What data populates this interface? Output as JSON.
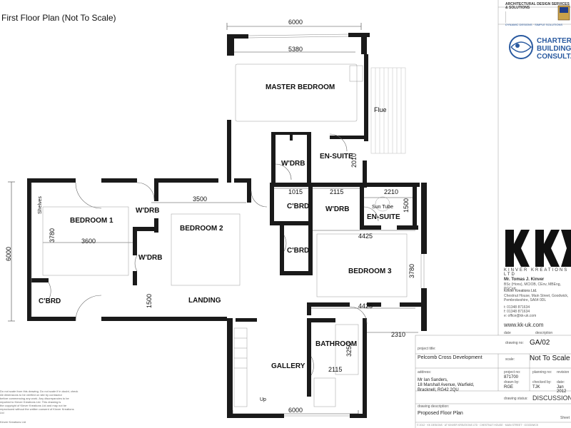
{
  "title": "First Floor Plan (Not To Scale)",
  "rooms": {
    "master_bedroom": "MASTER BEDROOM",
    "en_suite_1": "EN-SUITE",
    "wdrb_master": "W'DRB",
    "bedroom1": "BEDROOM 1",
    "wdrb_b1": "W'DRB",
    "bedroom2": "BEDROOM 2",
    "wdrb_b2": "W'DRB",
    "cbrd_1": "C'BRD",
    "wdrb_2": "W'DRB",
    "en_suite_2": "EN-SUITE",
    "cbrd_2": "C'BRD",
    "bedroom3": "BEDROOM 3",
    "cbrd_left": "C'BRD",
    "landing": "LANDING",
    "gallery": "GALLERY",
    "bathroom": "BATHROOM"
  },
  "labels": {
    "flue": "Flue",
    "shelves": "Shelves",
    "sun_tube": "Sun Tube",
    "up": "Up"
  },
  "dimensions": {
    "top_width": "6000",
    "master_inner": "5380",
    "ensuite_h": "2010",
    "b1_h": "3780",
    "b1_w": "3600",
    "left_h": "6000",
    "b2_w": "3500",
    "landing_h": "1500",
    "d1015": "1015",
    "d2115a": "2115",
    "d2210": "2210",
    "d1500": "1500",
    "d4425a": "4425",
    "b3_h": "3780",
    "d4425b": "4425",
    "d2310": "2310",
    "bath_h": "3250",
    "d2115b": "2115",
    "bottom_width": "6000"
  },
  "title_block": {
    "company_heading": "ARCHITECTURAL DESIGN SERVICES & SOLUTIONS",
    "strapline": "DYNAMIC DESIGNS · SIMPLE SOLUTIONS",
    "chartered": "CHARTERED BUILDING CONSULTANCY",
    "kk_brand": "KINVER KREATIONS LTD",
    "person": "Mr. Tomas J. Kinver",
    "quals": "BSc (Hons), MCIOB, CEnv, MBEng, PGCert",
    "firm": "Kinver Kreations Ltd.",
    "addr1": "Chestnut House, Main Street, Goodwick,",
    "addr2": "Pembrokeshire, SA64 0DL",
    "tel": "t: 01348 871634",
    "fax": "f: 01348 871634",
    "email": "e: office@kk-uk.com",
    "web": "www.kk-uk.com",
    "date_label": "date",
    "desc_label": "description",
    "drawing_no_label": "drawing no:",
    "drawing_no": "GA/02",
    "scale_label": "scale:",
    "scale": "Not To Scale",
    "project_title_label": "project title:",
    "project_title": "Pelcomb Cross Development",
    "address_label": "address:",
    "client": "Mr Ian Sanders,",
    "client_addr1": "18 Marshall Avenue, Warfield,",
    "client_addr2": "Bracknell, RG42 2QU",
    "project_no_label": "project no:",
    "project_no": "871700",
    "planning_no_label": "planning no:",
    "revision_label": "revision",
    "drawn_by_label": "drawn by:",
    "drawn_by": "RGE",
    "checked_by_label": "checked by:",
    "checked_by": "TJK",
    "date_label2": "date:",
    "date": "Jan 2012",
    "drawing_label": "drawing description:",
    "drawing": "Proposed Floor Plan",
    "status_label": "drawing status:",
    "status": "DISCUSSION",
    "sheet": "Sheet",
    "footer": "© 2012 · KK DESIGNS · AT KINVER KREATIONS LTD · CHESTNUT HOUSE · MAIN STREET · GOODWICK"
  },
  "disclaimer_lines": [
    "Do not scale from this drawing. Do not scale if in doubt, check",
    "All dimensions to be verified on site by contractor",
    "before commencing any work. Any discrepancies to be",
    "reported to Kinver Kreations Ltd. This drawing is",
    "the copyright of Kinver Kreations Ltd and may not be",
    "reproduced without the written consent of Kinver Kreations Ltd",
    "Kinver Kreations Ltd"
  ]
}
